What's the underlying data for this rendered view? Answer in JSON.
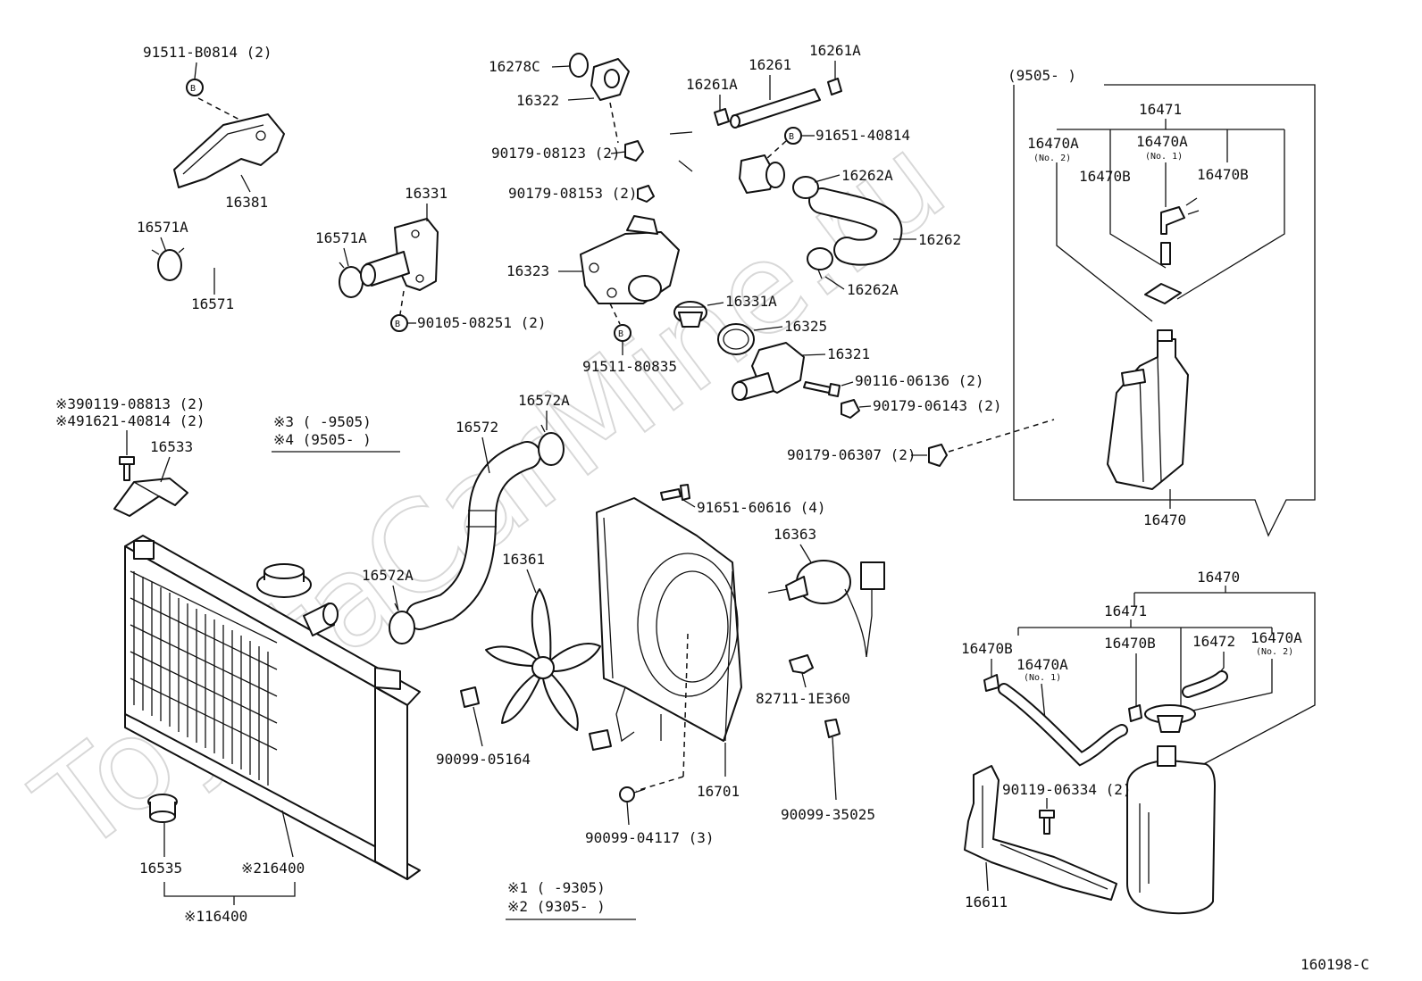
{
  "watermark": "ToyotaCarMine.ru",
  "diagram_code": "160198-C",
  "labels": {
    "l91511_b0814": "91511-B0814 (2)",
    "l16381": "16381",
    "l16331": "16331",
    "l16571a_1": "16571A",
    "l16571a_2": "16571A",
    "l16571": "16571",
    "l90105": "90105-08251 (2)",
    "l16278c": "16278C",
    "l16322": "16322",
    "l90179_08123": "90179-08123 (2)",
    "l90179_08153": "90179-08153 (2)",
    "l16261a_1": "16261A",
    "l16261": "16261",
    "l16261a_2": "16261A",
    "l91651_40814": "91651-40814",
    "l16262a_1": "16262A",
    "l16262": "16262",
    "l16262a_2": "16262A",
    "l16323": "16323",
    "l16331a": "16331A",
    "l16325": "16325",
    "l16321": "16321",
    "l91511_80835": "91511-80835",
    "l90116": "90116-06136 (2)",
    "l90179_06143": "90179-06143 (2)",
    "l90179_06307": "90179-06307 (2)",
    "l_r3": "※390119-08813 (2)",
    "l_r4": "※491621-40814 (2)",
    "l16533": "16533",
    "l_n3": "※3 (      -9505)",
    "l_n4": "※4 (9505-      )",
    "l16572": "16572",
    "l16572a_1": "16572A",
    "l16572a_2": "16572A",
    "l16361": "16361",
    "l91651_60616": "91651-60616 (4)",
    "l16363": "16363",
    "l82711": "82711-1E360",
    "l90099_05164": "90099-05164",
    "l16701": "16701",
    "l90099_04117": "90099-04117 (3)",
    "l90099_35025": "90099-35025",
    "l16535": "16535",
    "l_216400": "※216400",
    "l_116400": "※116400",
    "l_n1": "※1 (      -9305)",
    "l_n2": "※2 (9305-      )",
    "l_box_title": "(9505-      )",
    "l_b16471": "16471",
    "l_b16470a_2": "16470A",
    "l_b_no2": "(No. 2)",
    "l_b16470a_1": "16470A",
    "l_b_no1": "(No. 1)",
    "l_b16470b_1": "16470B",
    "l_b16470b_2": "16470B",
    "l_b16470": "16470",
    "l_r16470": "16470",
    "l_r16471": "16471",
    "l_r16470b_1": "16470B",
    "l_r16470a_1": "16470A",
    "l_r_no1": "(No. 1)",
    "l_r16470b_2": "16470B",
    "l_r16472": "16472",
    "l_r16470a_2": "16470A",
    "l_r_no2": "(No. 2)",
    "l90119_06334": "90119-06334 (2)",
    "l16611": "16611",
    "bolt_b": "B"
  }
}
